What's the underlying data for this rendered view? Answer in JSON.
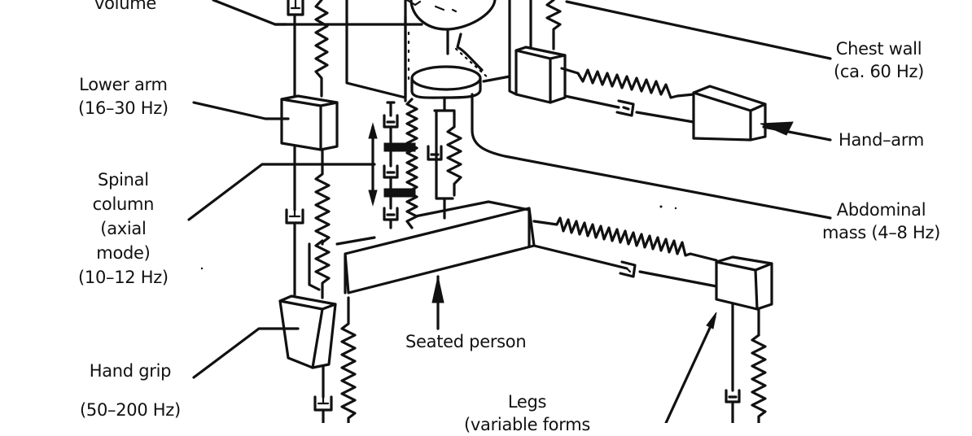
{
  "figure": {
    "type": "mechanical model of the human body under vibration",
    "labels": {
      "volume": "volume",
      "lower_arm": [
        "Lower arm",
        "(16–30 Hz)"
      ],
      "spinal_column": [
        "Spinal",
        "column",
        "(axial",
        "mode)",
        "(10–12 Hz)"
      ],
      "hand_grip": [
        "Hand grip",
        "(50–200 Hz)"
      ],
      "chest_wall": [
        "Chest wall",
        "(ca. 60 Hz)"
      ],
      "hand_arm": "Hand–arm",
      "abdominal_mass": [
        "Abdominal",
        "mass (4–8 Hz)"
      ],
      "seated_person": "Seated person",
      "legs": [
        "Legs",
        "(variable forms"
      ]
    },
    "components": [
      "spring-icon",
      "damper-icon",
      "mass-block-icon",
      "head-sphere-icon",
      "chest-cylinder-icon",
      "hand-arm-wedge-icon",
      "seat-beam-icon",
      "force-arrow-icon"
    ],
    "colors": {
      "ink": "#111111",
      "paper": "#ffffff"
    }
  }
}
